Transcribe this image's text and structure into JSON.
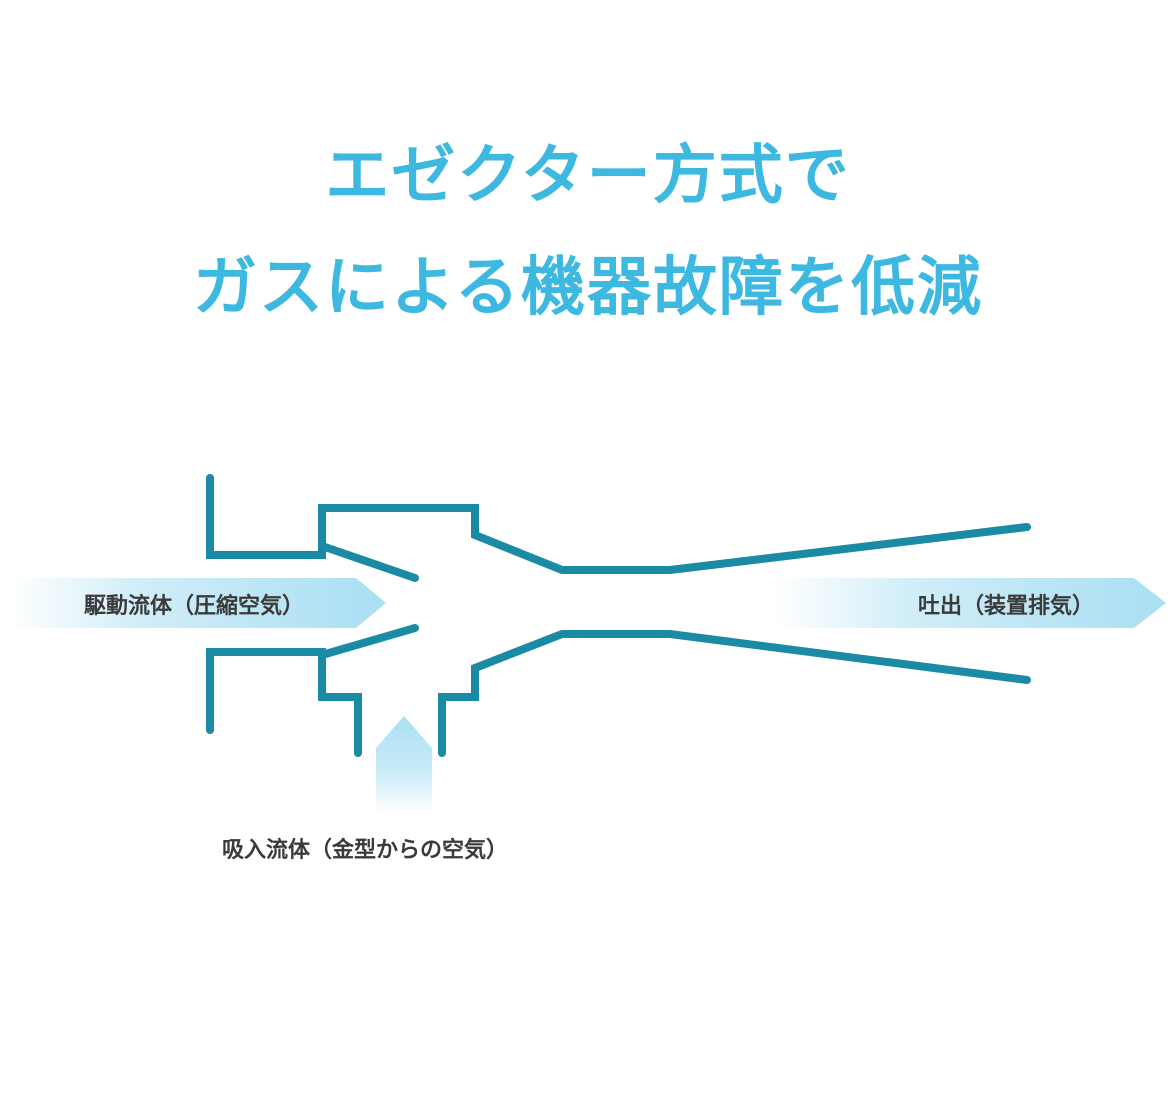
{
  "title": {
    "line1": "エゼクター方式で",
    "line2": "ガスによる機器故障を低減"
  },
  "labels": {
    "drive_fluid": "駆動流体（圧縮空気）",
    "exhaust": "吐出（装置排気）",
    "suction_fluid": "吸入流体（金型からの空気）"
  },
  "colors": {
    "title": "#3db8e0",
    "pipe": "#1a8aa5",
    "arrow": "#a9dff2",
    "label": "#3a3a3a"
  }
}
